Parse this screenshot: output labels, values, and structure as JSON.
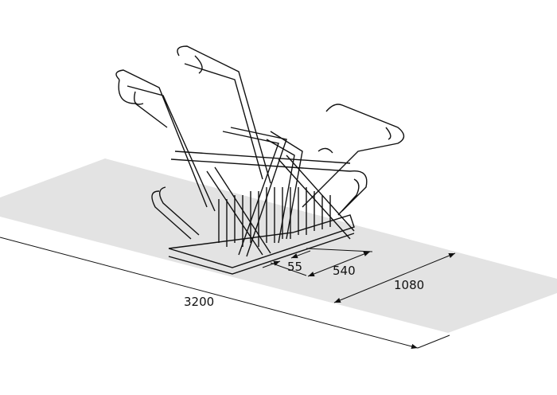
{
  "colors": {
    "floor": "#e3e3e3",
    "line": "#111111"
  },
  "dimensions": {
    "gap": "55",
    "spacing": "540",
    "depth": "1080",
    "length": "3200"
  }
}
